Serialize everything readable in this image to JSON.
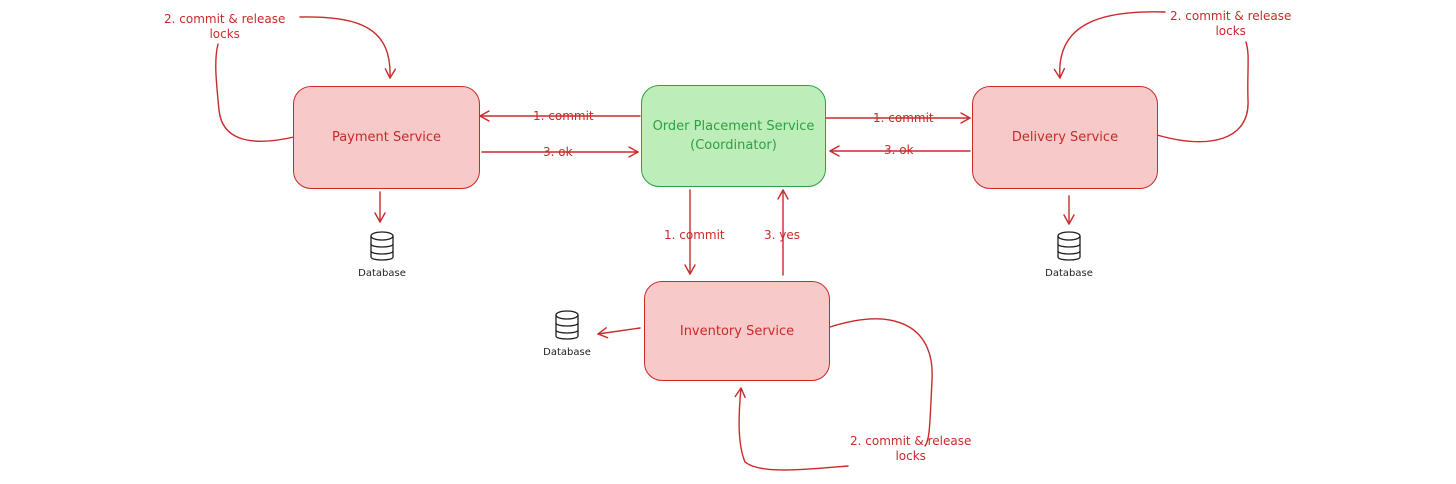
{
  "colors": {
    "accent_red": "#c92a2a",
    "fill_red": "#f7c9c9",
    "accent_green": "#2f9e44",
    "fill_green": "#bdeeb9"
  },
  "services": {
    "coordinator": {
      "line1": "Order Placement Service",
      "line2": "(Coordinator)"
    },
    "payment": {
      "label": "Payment Service"
    },
    "delivery": {
      "label": "Delivery Service"
    },
    "inventory": {
      "label": "Inventory Service"
    }
  },
  "arrows": {
    "payment_commit": "1. commit",
    "payment_ok": "3. ok",
    "delivery_commit": "1. commit",
    "delivery_ok": "3. ok",
    "inventory_commit": "1. commit",
    "inventory_yes": "3. yes"
  },
  "release_notes": {
    "payment": {
      "line1": "2. commit & release",
      "line2": "locks"
    },
    "delivery": {
      "line1": "2. commit & release",
      "line2": "locks"
    },
    "inventory": {
      "line1": "2. commit & release",
      "line2": "locks"
    }
  },
  "databases": {
    "payment": "Database",
    "delivery": "Database",
    "inventory": "Database"
  },
  "icons": [
    "database-icon",
    "arrow-icon"
  ]
}
